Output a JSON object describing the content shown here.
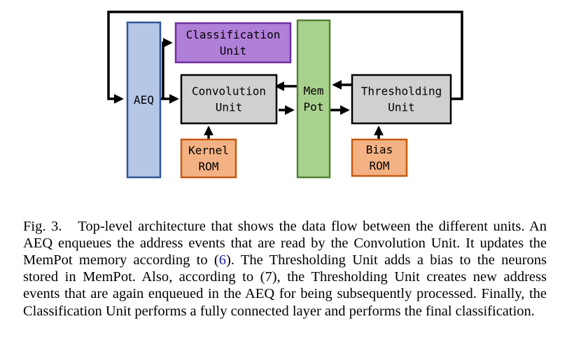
{
  "diagram": {
    "blocks": {
      "aeq": {
        "lines": [
          "AEQ"
        ],
        "fill": "#b4c7e7",
        "stroke": "#2f5597"
      },
      "classification": {
        "lines": [
          "Classification",
          "Unit"
        ],
        "fill": "#b07fd8",
        "stroke": "#7030a0"
      },
      "convolution": {
        "lines": [
          "Convolution",
          "Unit"
        ],
        "fill": "#d0d0d0",
        "stroke": "#000000"
      },
      "mempot": {
        "lines": [
          "Mem",
          "Pot"
        ],
        "fill": "#a9d18e",
        "stroke": "#548235"
      },
      "thresholding": {
        "lines": [
          "Thresholding",
          "Unit"
        ],
        "fill": "#d0d0d0",
        "stroke": "#000000"
      },
      "kernel_rom": {
        "lines": [
          "Kernel",
          "ROM"
        ],
        "fill": "#f4b183",
        "stroke": "#c55a11"
      },
      "bias_rom": {
        "lines": [
          "Bias",
          "ROM"
        ],
        "fill": "#f4b183",
        "stroke": "#c55a11"
      }
    }
  },
  "caption": {
    "label": "Fig. 3.",
    "text_before_ref": "Top-level architecture that shows the data flow between the different units. An AEQ enqueues the address events that are read by the Convolution Unit. It updates the MemPot memory according to (",
    "ref": "6",
    "text_after_ref": "). The Thresholding Unit adds a bias to the neurons stored in MemPot. Also, according to (7), the Thresholding Unit creates new address events that are again enqueued in the AEQ for being subsequently processed. Finally, the Classification Unit performs a fully connected layer and performs the final classification."
  }
}
